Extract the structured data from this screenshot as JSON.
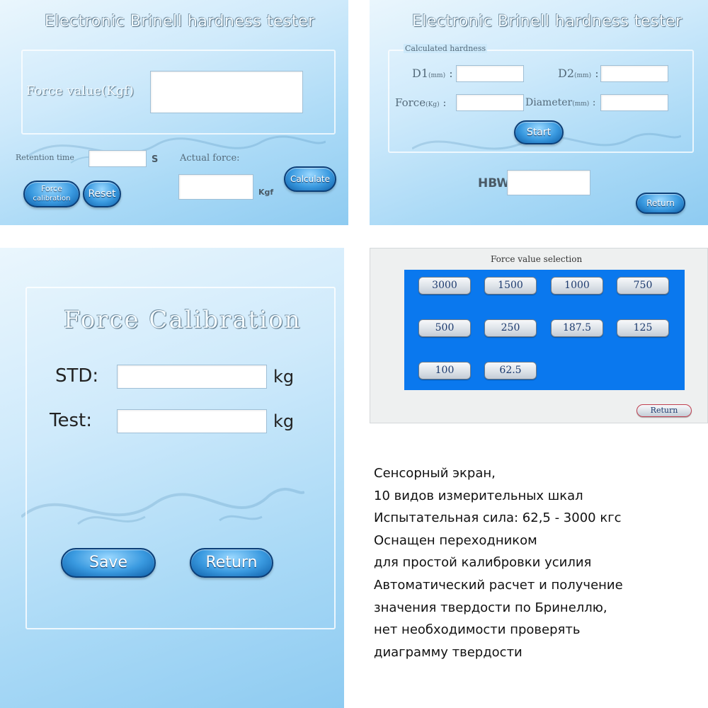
{
  "panel_main": {
    "title": "Electronic Brinell hardness tester",
    "force_value_label": "Force value(Kgf)",
    "retention_time_label": "Retention time",
    "retention_unit": "S",
    "actual_force_label": "Actual force:",
    "actual_force_unit": "Kgf",
    "force_calibration_button": [
      "Force",
      "calibration"
    ],
    "reset_button": "Reset",
    "calculate_button": "Calculate"
  },
  "panel_calc": {
    "title": "Electronic Brinell hardness tester",
    "group_label": "Calculated hardness",
    "d1_label": "D1",
    "d1_unit": "(mm)",
    "d2_label": "D2",
    "d2_unit": "(mm)",
    "force_label": "Force",
    "force_unit": "(Kg)",
    "diameter_label": "Diameter",
    "diameter_unit": "(mm)",
    "colon": ":",
    "start_button": "Start",
    "hbw_label": "HBW",
    "return_button": "Return"
  },
  "panel_calibration": {
    "title": "Force Calibration",
    "std_label": "STD:",
    "std_unit": "kg",
    "test_label": "Test:",
    "test_unit": "kg",
    "save_button": "Save",
    "return_button": "Return"
  },
  "panel_selection": {
    "title": "Force value selection",
    "values": [
      "3000",
      "1500",
      "1000",
      "750",
      "500",
      "250",
      "187.5",
      "125",
      "100",
      "62.5"
    ],
    "return_button": "Return"
  },
  "description": [
    "Сенсорный экран,",
    "10 видов измерительных шкал",
    "Испытательная сила: 62,5 - 3000 кгс",
    "Оснащен переходником",
    "для простой калибровки усилия",
    "Автоматический расчет и получение",
    "значения твердости по Бринеллю,",
    "нет необходимости проверять",
    "диаграмму твердости"
  ],
  "colors": {
    "button_blue": "#3a9ae0",
    "selection_blue": "#0a78ee",
    "panel_sky": "#a9d9f6"
  }
}
